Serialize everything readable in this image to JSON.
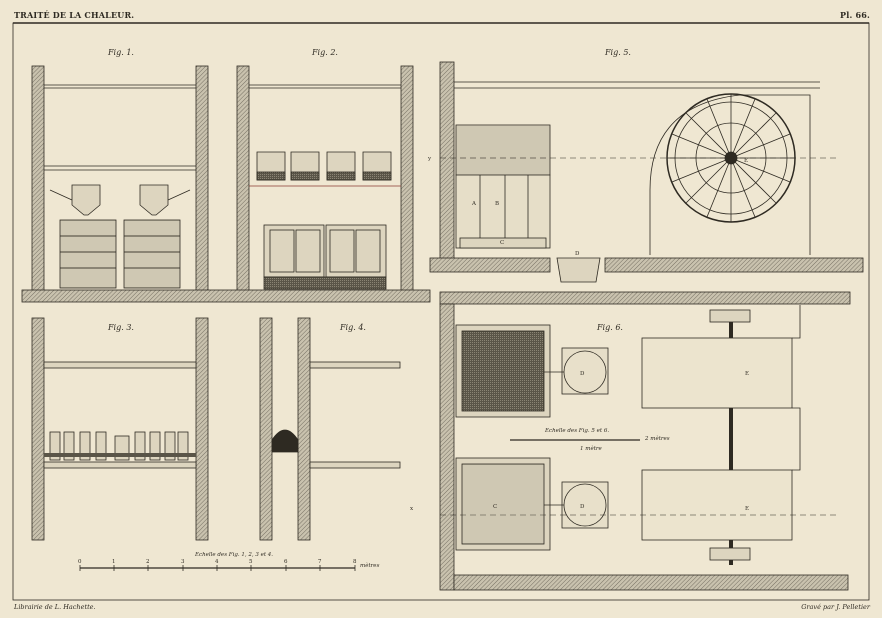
{
  "header": {
    "title": "TRAITÉ DE LA CHALEUR.",
    "plate": "Pl. 66."
  },
  "footer": {
    "publisher": "Librairie de L. Hachette.",
    "engraver": "Gravé par J. Pelletier"
  },
  "figures": {
    "fig1": "Fig. 1.",
    "fig2": "Fig. 2.",
    "fig3": "Fig. 3.",
    "fig4": "Fig. 4.",
    "fig5": "Fig. 5.",
    "fig6": "Fig. 6."
  },
  "letters": {
    "A": "A",
    "B": "B",
    "C": "C",
    "D": "D",
    "E": "E",
    "x": "x",
    "y": "y"
  },
  "scale1": {
    "title": "Echelle des Fig. 1, 2, 3 et 4.",
    "ticks": [
      "0",
      "1",
      "2",
      "3",
      "4",
      "5",
      "6",
      "7",
      "8"
    ],
    "unit": "mètres"
  },
  "scale2": {
    "title": "Echelle des Fig. 5 et 6.",
    "left": "1 mètre",
    "right": "2 mètres"
  },
  "colors": {
    "paper": "#efe7d2",
    "ink": "#2e2a22",
    "wall": "#b9b2a0"
  }
}
